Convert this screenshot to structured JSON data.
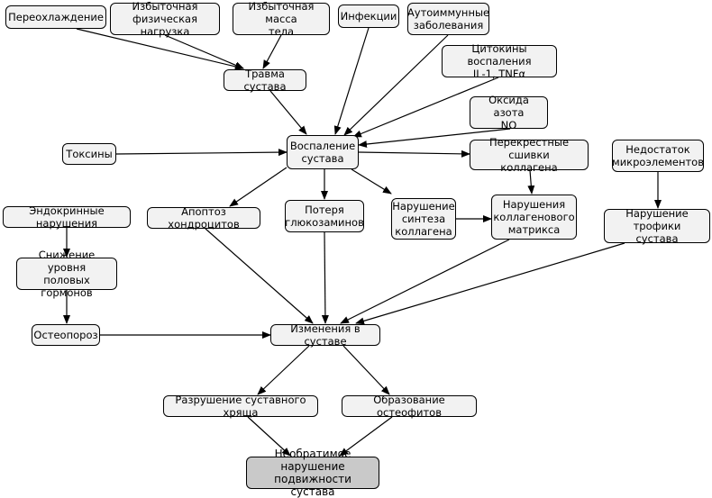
{
  "diagram": {
    "nodes": [
      {
        "id": "pereokhl",
        "label": "Переохлаждение"
      },
      {
        "id": "phys",
        "label": "Избыточная\nфизическая нагрузка"
      },
      {
        "id": "mass",
        "label": "Избыточная масса\nтела"
      },
      {
        "id": "infections",
        "label": "Инфекции"
      },
      {
        "id": "autoimmune",
        "label": "Аутоиммунные\nзаболевания"
      },
      {
        "id": "cytokines",
        "label": "Цитокины воспаления\nIL-1, TNFα"
      },
      {
        "id": "trauma",
        "label": "Травма сустава"
      },
      {
        "id": "no",
        "label": "Оксида азота\nNO"
      },
      {
        "id": "toxins",
        "label": "Токсины"
      },
      {
        "id": "inflammation",
        "label": "Воспаление\nсустава"
      },
      {
        "id": "crosslinks",
        "label": "Перекрестные сшивки\nколлагена"
      },
      {
        "id": "microelem",
        "label": "Недостаток\nмикроэлементов"
      },
      {
        "id": "endocrine",
        "label": "Эндокринные нарушения"
      },
      {
        "id": "apoptosis",
        "label": "Апоптоз хондроцитов"
      },
      {
        "id": "glucosamine",
        "label": "Потеря\nглюкозаминов"
      },
      {
        "id": "synthesis",
        "label": "Нарушение\nсинтеза\nколлагена"
      },
      {
        "id": "matrix",
        "label": "Нарушения\nколлагенового\nматрикса"
      },
      {
        "id": "trophic",
        "label": "Нарушение трофики\nсустава"
      },
      {
        "id": "hormones",
        "label": "Снижение уровня\nполовых гормонов"
      },
      {
        "id": "osteoporosis",
        "label": "Остеопороз"
      },
      {
        "id": "changes",
        "label": "Изменения в суставе"
      },
      {
        "id": "cartilage",
        "label": "Разрушение суставного хряща"
      },
      {
        "id": "osteophytes",
        "label": "Образование остеофитов"
      },
      {
        "id": "irreversible",
        "label": "Необратимое нарушение\nподвижности сустава"
      }
    ]
  }
}
